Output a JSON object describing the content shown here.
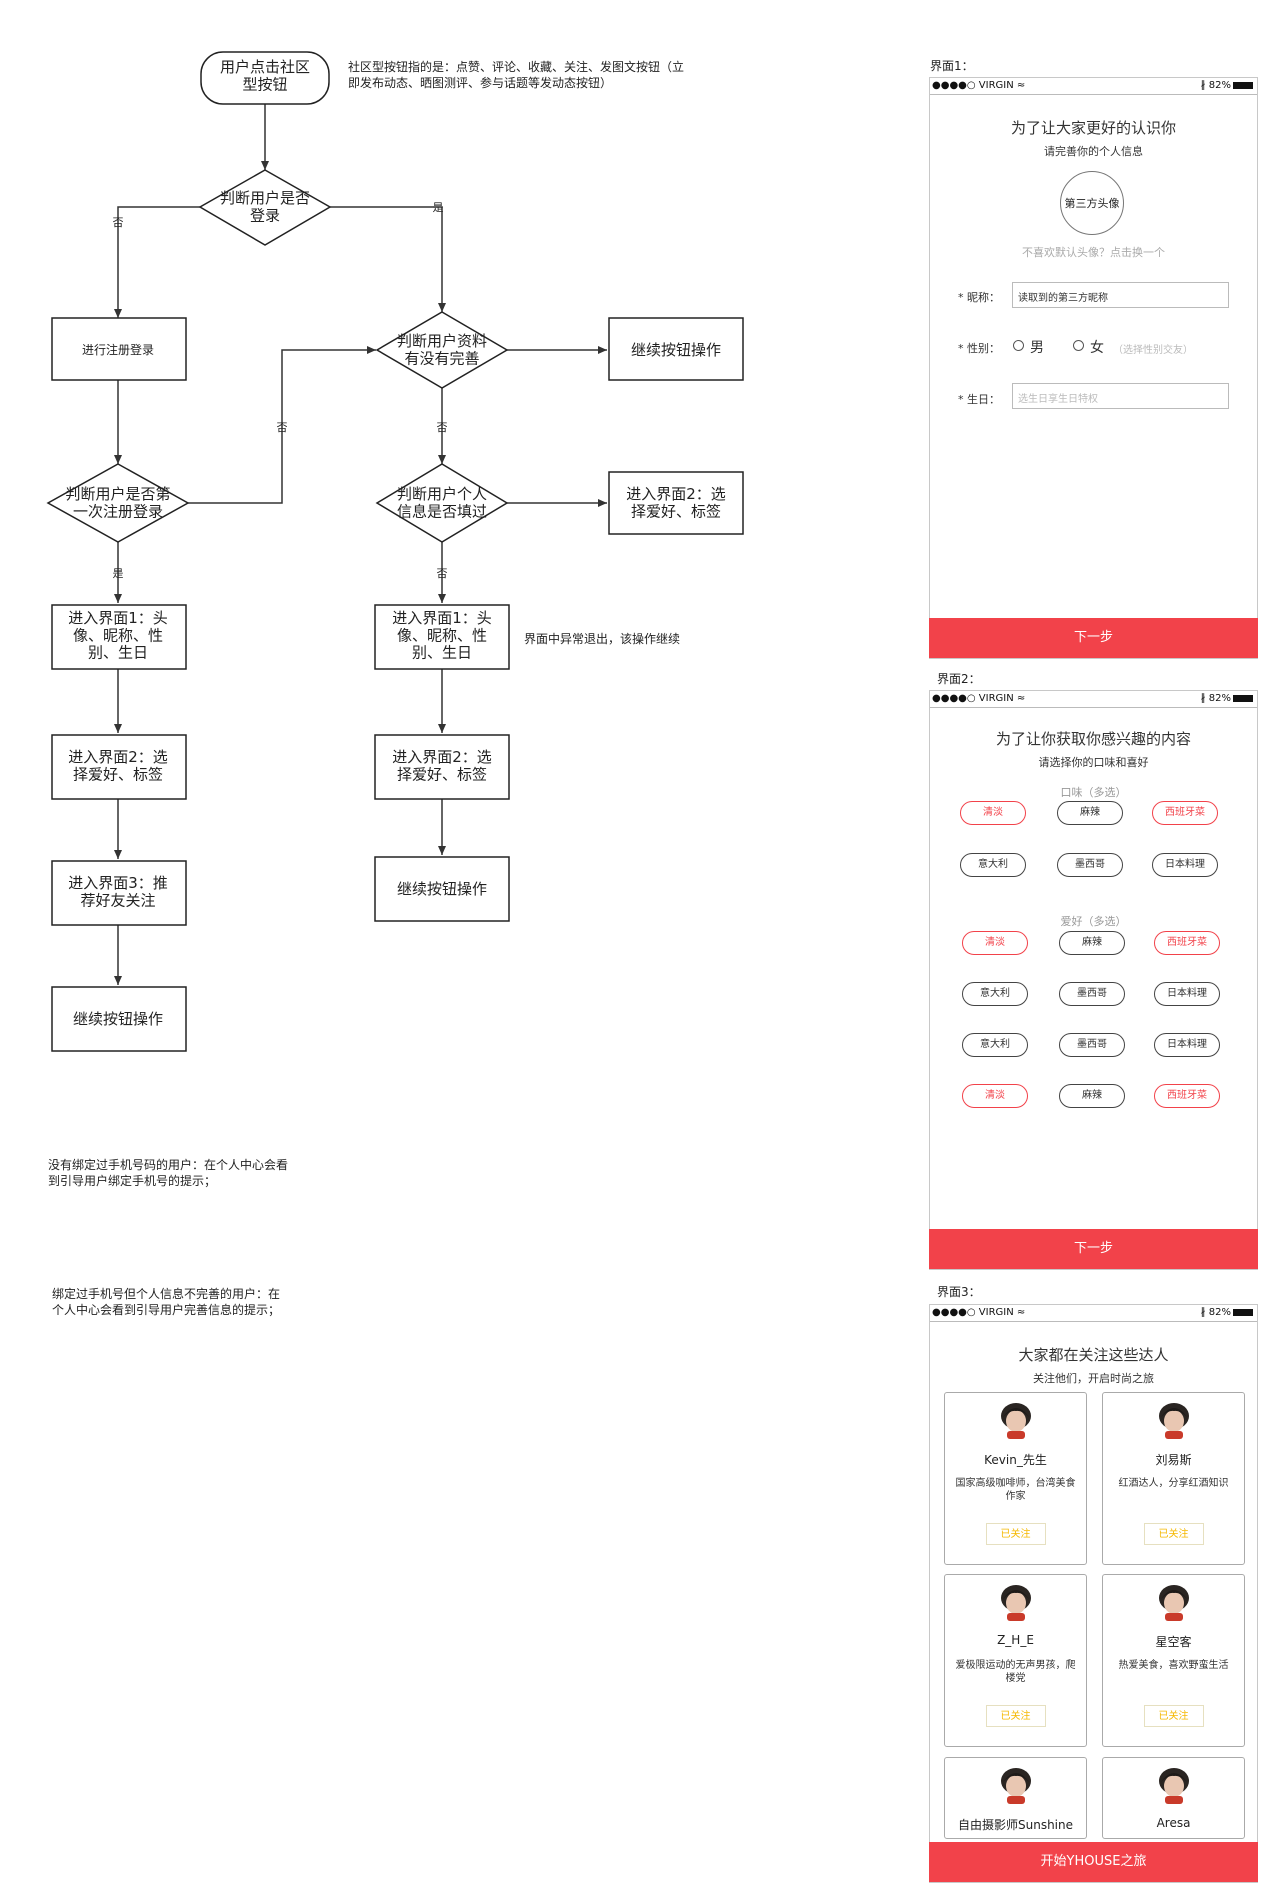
{
  "flowchart": {
    "start": "用户点击社区\n型按钮",
    "decision_login": "判断用户是否\n登录",
    "register_login": "进行注册登录",
    "decision_first_register": "判断用户是否第\n一次注册登录",
    "decision_profile_complete": "判断用户资料\n有没有完善",
    "continue_right": "继续按钮操作",
    "decision_info_filled": "判断用户个人\n信息是否填过",
    "enter_screen2_right": "进入界面2：选\n择爱好、标签",
    "left_enter_screen1": "进入界面1：头\n像、昵称、性\n别、生日",
    "left_enter_screen2": "进入界面2：选\n择爱好、标签",
    "left_enter_screen3": "进入界面3：推\n荐好友关注",
    "left_continue": "继续按钮操作",
    "mid_enter_screen1": "进入界面1：头\n像、昵称、性\n别、生日",
    "mid_enter_screen2": "进入界面2：选\n择爱好、标签",
    "mid_continue": "继续按钮操作",
    "edge_yes": "是",
    "edge_no": "否"
  },
  "notes": {
    "community_buttons": "社区型按钮指的是：点赞、评论、收藏、关注、发图文按钮（立\n即发布动态、晒图测评、参与话题等发动态按钮）",
    "abnormal_exit": "界面中异常退出，该操作继续",
    "no_phone": "没有绑定过手机号码的用户：在个人中心会看\n到引导用户绑定手机号的提示；",
    "incomplete_info": "绑定过手机号但个人信息不完善的用户：在\n个人中心会看到引导用户完善信息的提示；"
  },
  "status_bar": {
    "carrier": "●●●●○ VIRGIN",
    "wifi": "≈",
    "bluetooth": "∦",
    "battery": "82%"
  },
  "screen1": {
    "label": "界面1：",
    "title": "为了让大家更好的认识你",
    "subtitle": "请完善你的个人信息",
    "avatar": "第三方头像",
    "avatar_hint": "不喜欢默认头像？点击换一个",
    "nickname_label": "* 昵称：",
    "nickname_value": "读取到的第三方昵称",
    "gender_label": "* 性别：",
    "gender_male": "男",
    "gender_female": "女",
    "gender_hint": "（选择性别交友）",
    "birthday_label": "* 生日：",
    "birthday_placeholder": "选生日享生日特权",
    "next": "下一步"
  },
  "screen2": {
    "label": "界面2：",
    "title": "为了让你获取你感兴趣的内容",
    "subtitle": "请选择你的口味和喜好",
    "taste_heading": "口味（多选）",
    "taste_tags": [
      {
        "text": "清淡",
        "selected": true
      },
      {
        "text": "麻辣",
        "selected": false
      },
      {
        "text": "西班牙菜",
        "selected": true
      },
      {
        "text": "意大利",
        "selected": false
      },
      {
        "text": "墨西哥",
        "selected": false
      },
      {
        "text": "日本料理",
        "selected": false
      }
    ],
    "hobby_heading": "爱好（多选）",
    "hobby_tags": [
      {
        "text": "清淡",
        "selected": true
      },
      {
        "text": "麻辣",
        "selected": false
      },
      {
        "text": "西班牙菜",
        "selected": true
      },
      {
        "text": "意大利",
        "selected": false
      },
      {
        "text": "墨西哥",
        "selected": false
      },
      {
        "text": "日本料理",
        "selected": false
      },
      {
        "text": "意大利",
        "selected": false
      },
      {
        "text": "墨西哥",
        "selected": false
      },
      {
        "text": "日本料理",
        "selected": false
      },
      {
        "text": "清淡",
        "selected": true
      },
      {
        "text": "麻辣",
        "selected": false
      },
      {
        "text": "西班牙菜",
        "selected": true
      }
    ],
    "next": "下一步"
  },
  "screen3": {
    "label": "界面3：",
    "title": "大家都在关注这些达人",
    "subtitle": "关注他们，开启时尚之旅",
    "users": [
      {
        "name": "Kevin_先生",
        "desc": "国家高级咖啡师，台湾美食作家",
        "follow": "已关注"
      },
      {
        "name": "刘易斯",
        "desc": "红酒达人，分享红酒知识",
        "follow": "已关注"
      },
      {
        "name": "Z_H_E",
        "desc": "爱极限运动的无声男孩，爬楼党",
        "follow": "已关注"
      },
      {
        "name": "星空客",
        "desc": "热爱美食，喜欢野蛮生活",
        "follow": "已关注"
      },
      {
        "name": "自由摄影师Sunshine",
        "desc": "",
        "follow": ""
      },
      {
        "name": "Aresa",
        "desc": "",
        "follow": ""
      }
    ],
    "start": "开始YHOUSE之旅"
  },
  "colors": {
    "accent_red": "#f2424a",
    "follow_yellow": "#f5b800"
  }
}
